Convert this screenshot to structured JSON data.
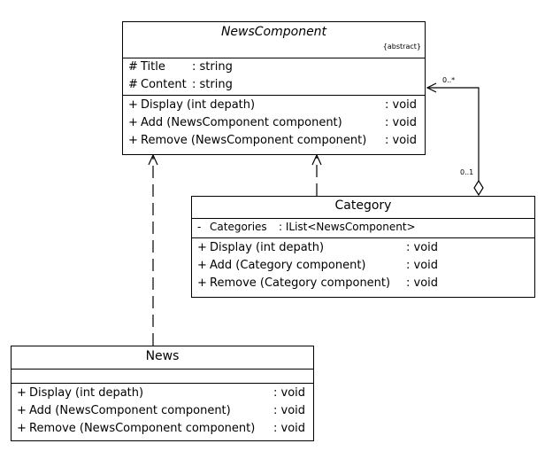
{
  "news_component": {
    "name": "NewsComponent",
    "stereotype": "{abstract}",
    "attributes": [
      {
        "visibility": "#",
        "name": "Title",
        "type": ": string"
      },
      {
        "visibility": "#",
        "name": "Content",
        "type": ": string"
      }
    ],
    "operations": [
      {
        "visibility": "+",
        "name": "Display (int depath)",
        "type": ": void"
      },
      {
        "visibility": "+",
        "name": "Add (NewsComponent component)",
        "type": ": void"
      },
      {
        "visibility": "+",
        "name": "Remove (NewsComponent component)",
        "type": ": void"
      }
    ]
  },
  "category": {
    "name": "Category",
    "attributes": [
      {
        "visibility": "-",
        "name": "Categories",
        "type": ": IList<NewsComponent>"
      }
    ],
    "operations": [
      {
        "visibility": "+",
        "name": "Display (int depath)",
        "type": ": void"
      },
      {
        "visibility": "+",
        "name": "Add (Category component)",
        "type": ": void"
      },
      {
        "visibility": "+",
        "name": "Remove (Category component)",
        "type": ": void"
      }
    ]
  },
  "news": {
    "name": "News",
    "operations": [
      {
        "visibility": "+",
        "name": "Display (int depath)",
        "type": ": void"
      },
      {
        "visibility": "+",
        "name": "Add (NewsComponent component)",
        "type": ": void"
      },
      {
        "visibility": "+",
        "name": "Remove (NewsComponent component)",
        "type": ": void"
      }
    ]
  },
  "aggregation": {
    "target_multiplicity": "0..*",
    "source_multiplicity": "0..1"
  }
}
